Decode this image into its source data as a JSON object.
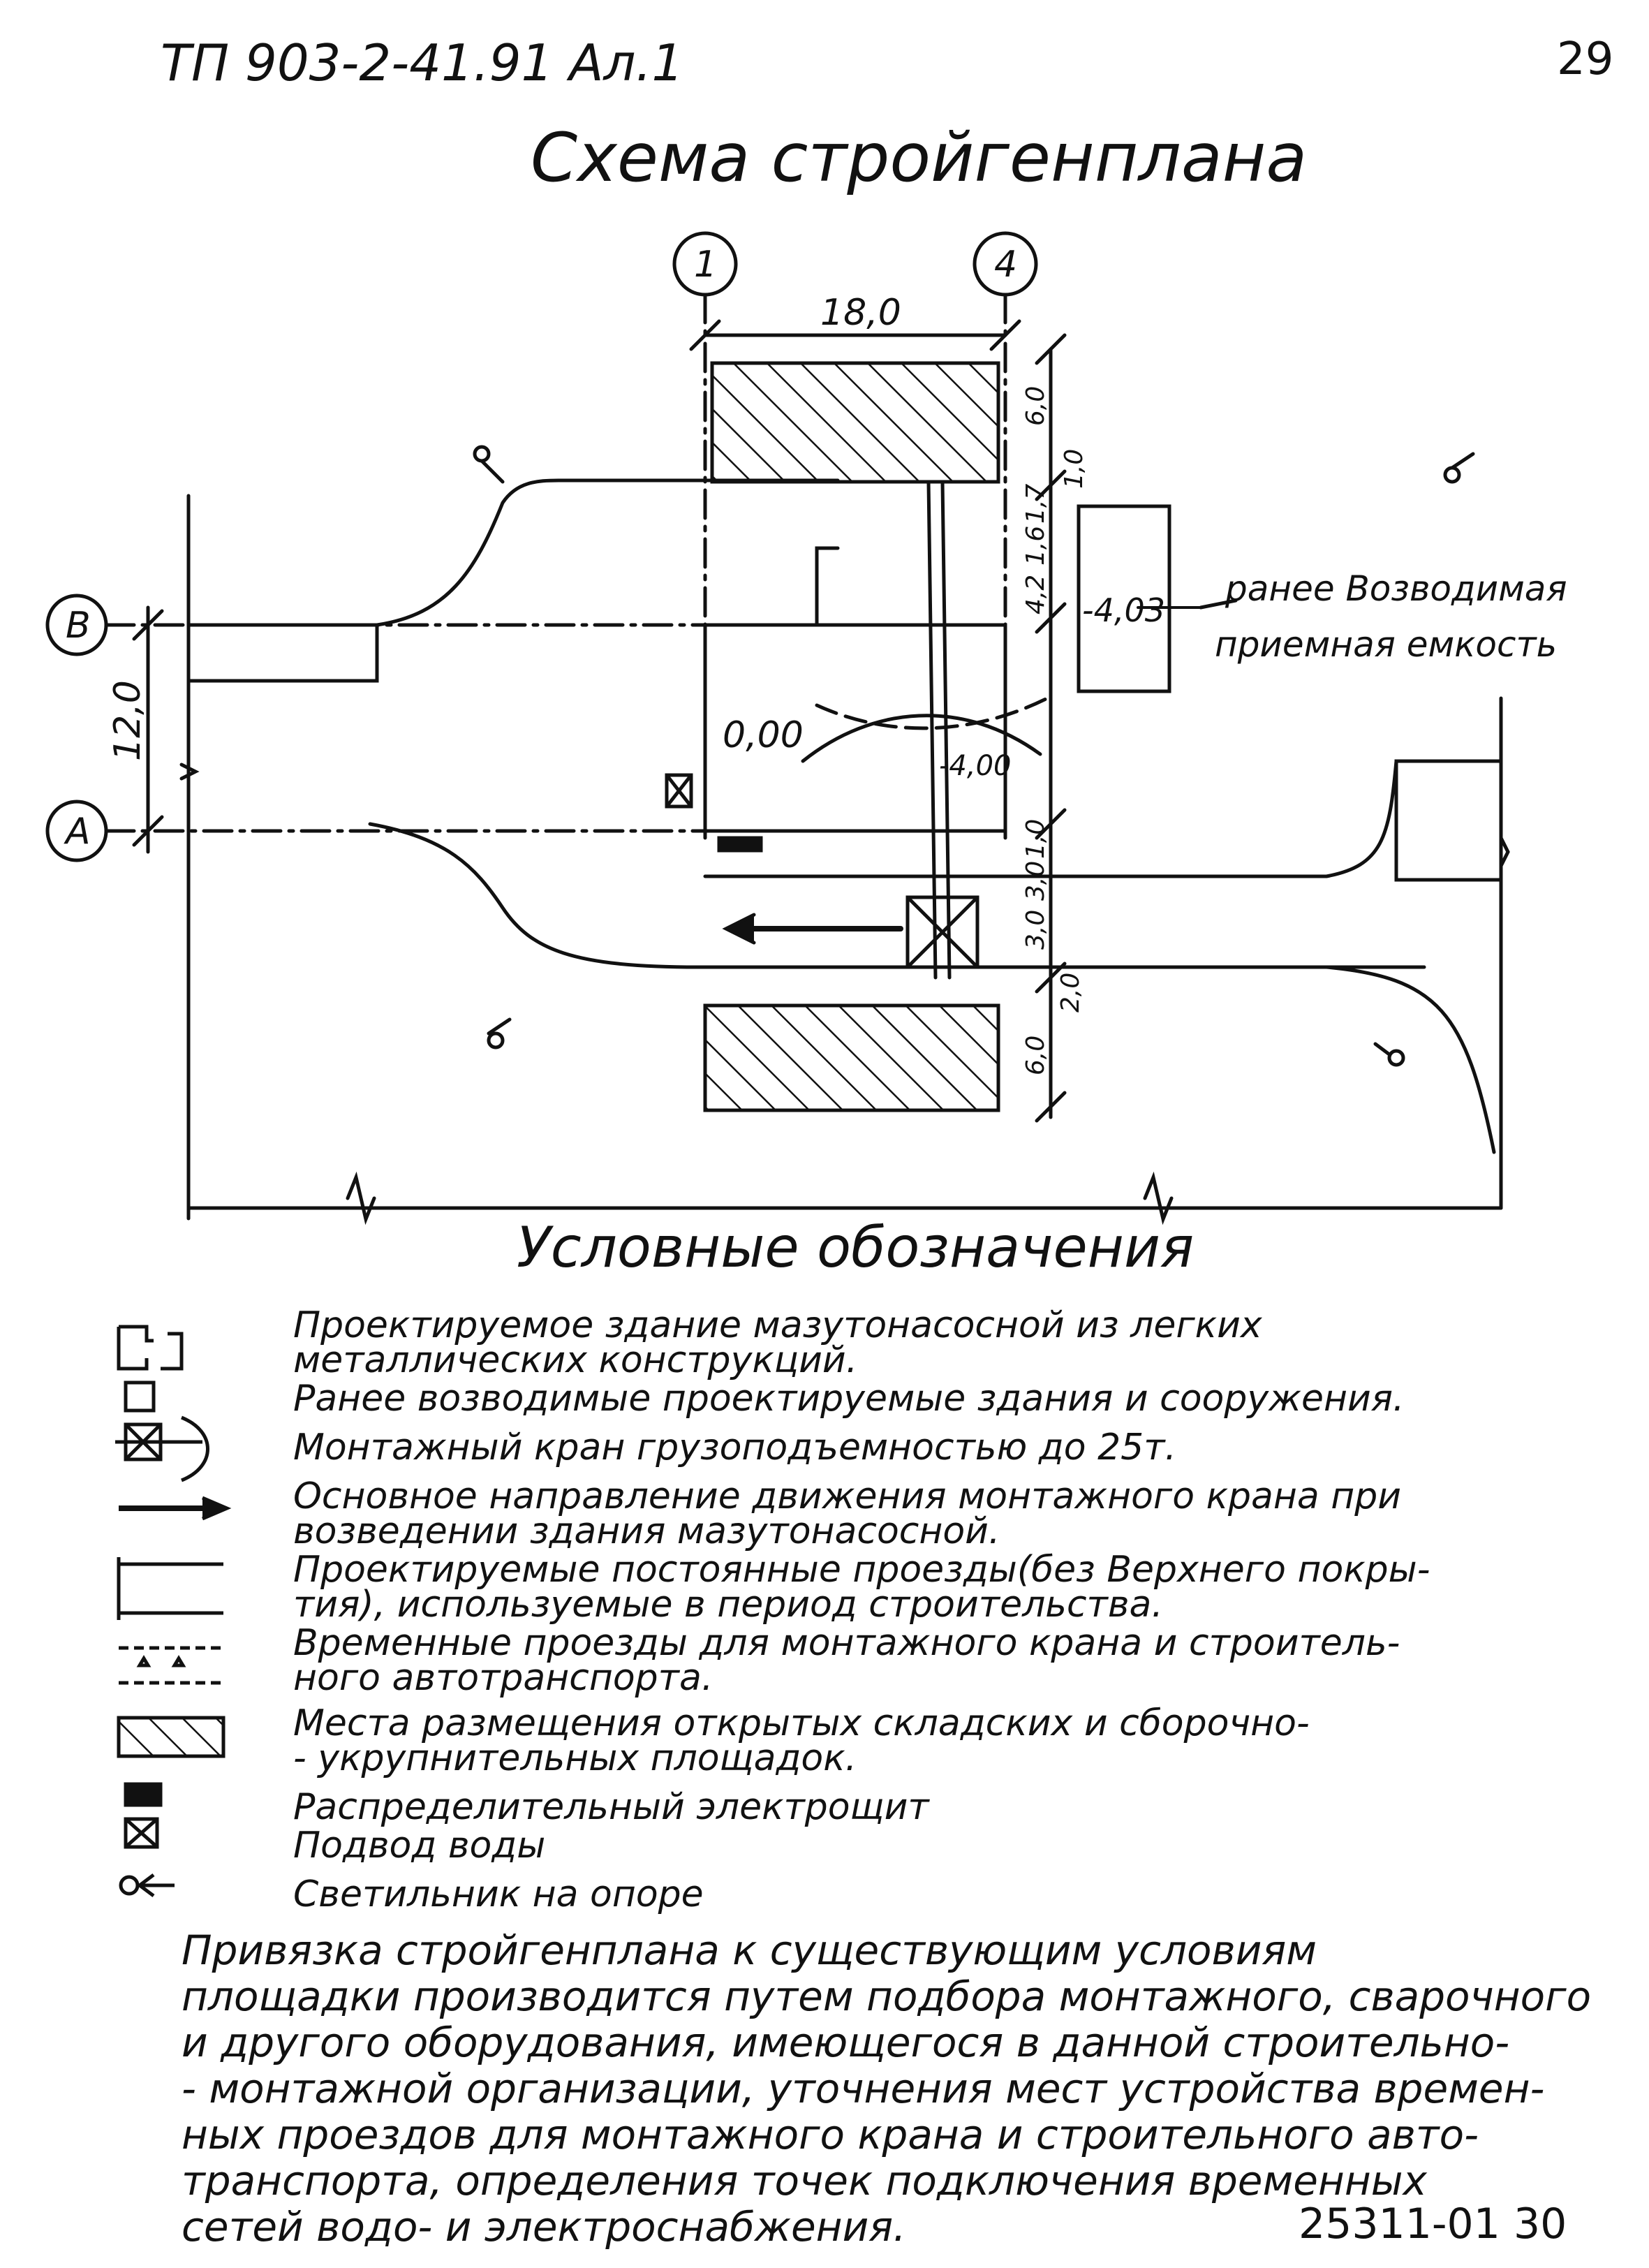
{
  "header": {
    "doc_code": "ТП 903-2-41.91 Ал.1",
    "page_number": "29"
  },
  "plan": {
    "title": "Схема стройгенплана",
    "axes": {
      "axis_1": "1",
      "axis_4": "4",
      "axis_b": "В",
      "axis_a": "А"
    },
    "dimensions": {
      "width_18": "18,0",
      "height_12": "12,0",
      "top_6": "6,0",
      "d_1": "1,0",
      "d_17": "1,7",
      "d_16": "1,6",
      "d_42": "4,2",
      "r_10": "1,0",
      "r_30a": "3,0",
      "r_30b": "3,0",
      "r_20": "2,0",
      "bottom_6": "6,0"
    },
    "levels": {
      "floor": "0,00",
      "pit": "-4,00",
      "tank": "-4,03"
    },
    "tank_label_line1": "ранее Возводимая",
    "tank_label_line2": "приемная емкость"
  },
  "legend": {
    "title": "Условные обозначения",
    "items": [
      "Проектируемое здание мазутонасосной из легких",
      "металлических конструкций.",
      "Ранее возводимые проектируемые здания и сооружения.",
      "Монтажный кран грузоподъемностью до 25т.",
      "Основное направление движения монтажного крана при",
      "возведении здания мазутонасосной.",
      "Проектируемые постоянные проезды(без Верхнего покры-",
      "тия), используемые в период строительства.",
      "Временные проезды для монтажного крана и строитель-",
      "ного автотранспорта.",
      "Места размещения открытых складских и сборочно-",
      "- укрупнительных площадок.",
      "Распределительный электрощит",
      "Подвод воды",
      "Светильник на опоре"
    ]
  },
  "notes": [
    "Привязка стройгенплана к существующим условиям",
    "площадки производится путем подбора монтажного, сварочного",
    "и другого оборудования, имеющегося в данной строительно-",
    "- монтажной организации, уточнения мест устройства времен-",
    "ных проездов для монтажного крана и строительного авто-",
    "транспорта, определения точек подключения временных",
    "сетей водо- и электроснабжения."
  ],
  "footer": {
    "code": "25311-01  30"
  }
}
